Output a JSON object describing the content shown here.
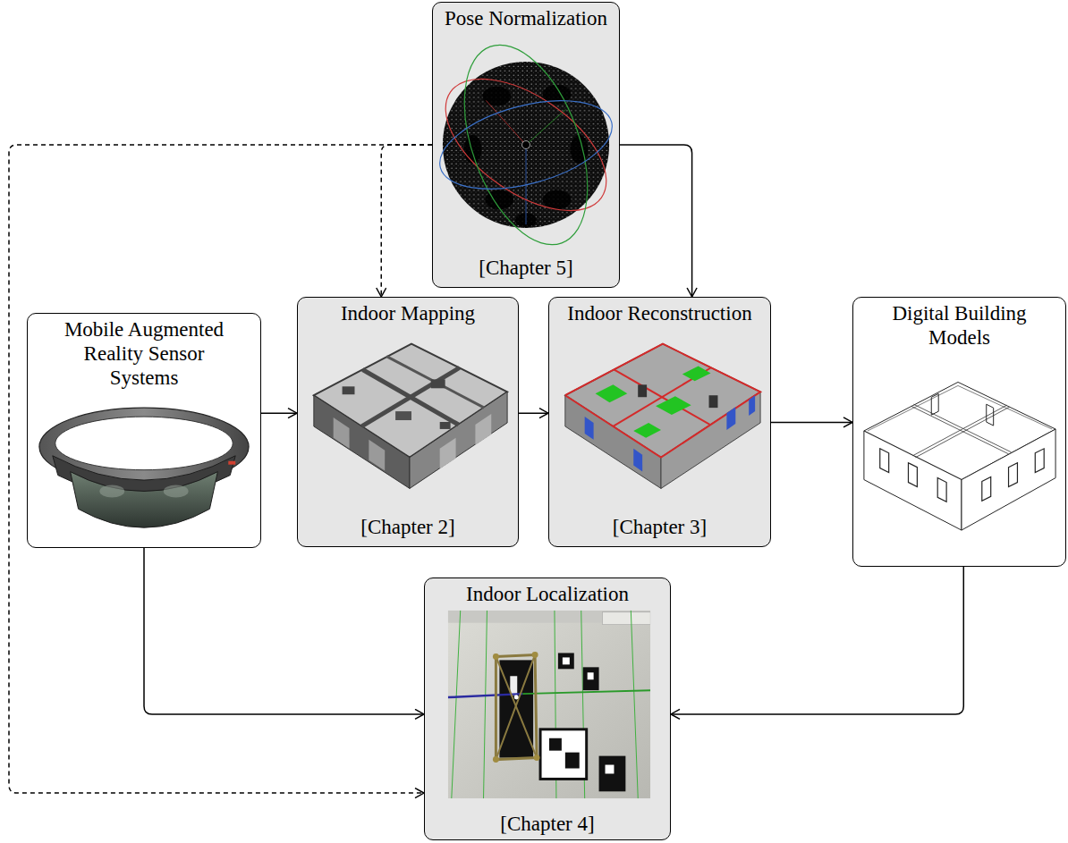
{
  "diagram": {
    "nodes": [
      {
        "text": [
          "Pose Normalization",
          "[Chapter 5]"
        ]
      },
      {
        "text": [
          "Mobile Augmented Reality Sensor Systems"
        ]
      },
      {
        "text": [
          "Indoor Mapping",
          "[Chapter 2]"
        ]
      },
      {
        "text": [
          "Indoor Reconstruction",
          "[Chapter 3]"
        ]
      },
      {
        "text": [
          "Digital Building Models"
        ]
      },
      {
        "text": [
          "Indoor Localization",
          "[Chapter 4]"
        ]
      }
    ],
    "edges": [
      {
        "from": 0,
        "to": 2,
        "arrow": "to"
      },
      {
        "from": 0,
        "to": 3,
        "arrow": "to"
      },
      {
        "from": 0,
        "to": 5,
        "arrow": "to"
      },
      {
        "from": 1,
        "to": 2,
        "arrow": "to"
      },
      {
        "from": 2,
        "to": 3,
        "arrow": "to"
      },
      {
        "from": 3,
        "to": 4,
        "arrow": "to"
      },
      {
        "from": 1,
        "to": 5,
        "arrow": "to"
      },
      {
        "from": 4,
        "to": 5,
        "arrow": "to"
      }
    ]
  }
}
